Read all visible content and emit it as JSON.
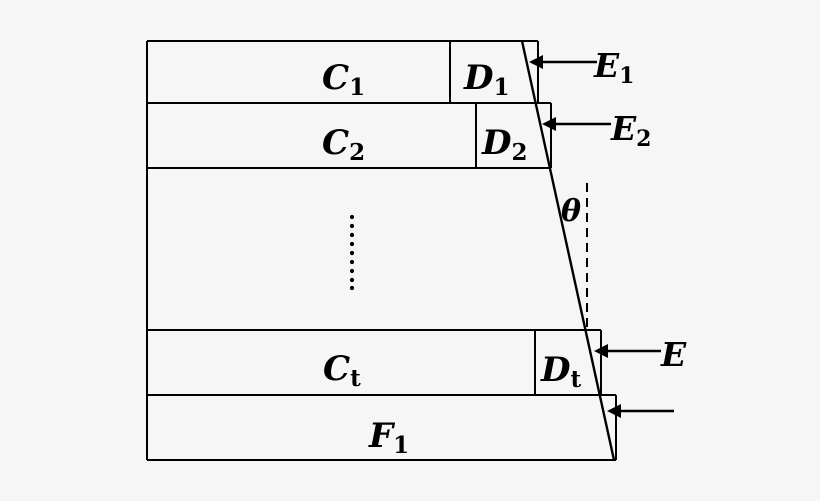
{
  "colors": {
    "background": "#f6f6f6",
    "ink": "#000000"
  },
  "icons": {
    "arrow": "left-arrow",
    "ellipsis": "vertical-dots"
  },
  "labels": {
    "c1": {
      "base": "C",
      "sub": "1"
    },
    "d1": {
      "base": "D",
      "sub": "1"
    },
    "c2": {
      "base": "C",
      "sub": "2"
    },
    "d2": {
      "base": "D",
      "sub": "2"
    },
    "ct": {
      "base": "C",
      "sub": "t"
    },
    "dt": {
      "base": "D",
      "sub": "t"
    },
    "f1": {
      "base": "F",
      "sub": "1"
    },
    "e1": {
      "base": "E",
      "sub": "1"
    },
    "e2": {
      "base": "E",
      "sub": "2"
    },
    "e_partial": {
      "base": "E"
    },
    "theta": "θ"
  }
}
